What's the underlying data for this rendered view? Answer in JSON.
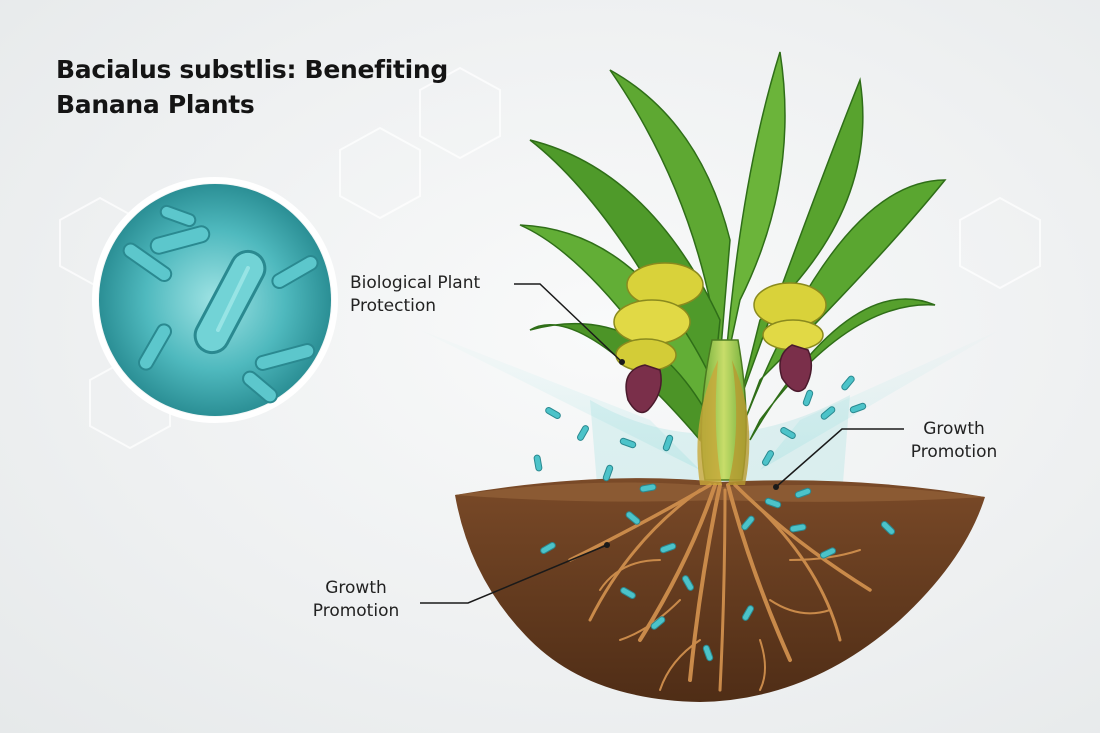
{
  "title": {
    "line1": "Bacialus substlis: Benefiting",
    "line2": "Banana Plants"
  },
  "labels": {
    "protection": {
      "line1": "Biological Plant",
      "line2": "Protection"
    },
    "growth_right": {
      "line1": "Growth",
      "line2": "Promotion"
    },
    "growth_left": {
      "line1": "Growth",
      "line2": "Promotion"
    }
  },
  "colors": {
    "bacteria": "#4cc3c9",
    "leaf": "#4f9a2a",
    "banana": "#d9d23a",
    "soil": "#6b3f22",
    "root": "#c98a4a",
    "flower": "#7a2f4a"
  }
}
